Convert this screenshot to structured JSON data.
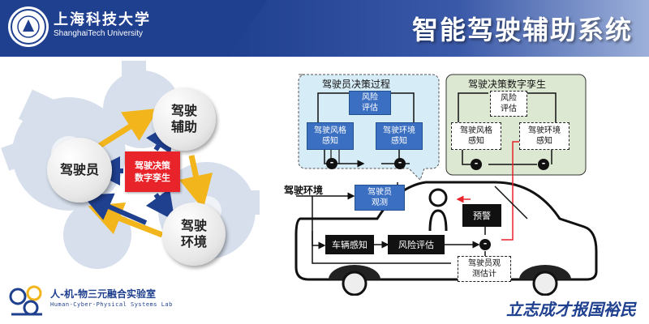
{
  "header": {
    "school_name_cn": "上海科技大学",
    "school_name_en": "ShanghaiTech University",
    "title": "智能驾驶辅助系统"
  },
  "cycle": {
    "driver": "驾驶员",
    "assist_line1": "驾驶",
    "assist_line2": "辅助",
    "env_line1": "驾驶",
    "env_line2": "环境",
    "center_line1": "驾驶决策",
    "center_line2": "数字孪生"
  },
  "process": {
    "title": "驾驶员决策过程",
    "risk": "风险\n评估",
    "style": "驾驶风格\n感知",
    "env": "驾驶环境\n感知",
    "minus": "-"
  },
  "twin": {
    "title": "驾驶决策数字孪生",
    "risk": "风险\n评估",
    "style": "驾驶风格\n感知",
    "env": "驾驶环境\n感知"
  },
  "vehicle": {
    "env_label": "驾驶环境",
    "observe": "驾驶员\n观测",
    "alert": "预警",
    "sense": "车辆感知",
    "risk": "风险评估",
    "estimator": "驾驶员观\n测估计"
  },
  "footer": {
    "lab_cn": "人-机-物三元融合实验室",
    "lab_en": "Human-Cyber-Physical Systems Lab",
    "motto": "立志成才报国裕民"
  },
  "colors": {
    "header_blue": "#1f3f8f",
    "accent_red": "#e8232a",
    "box_blue": "#3b6fc1",
    "panel_blue": "#d6ecf7",
    "panel_green": "#dde8d2",
    "arrow_yellow": "#f2b51b"
  }
}
